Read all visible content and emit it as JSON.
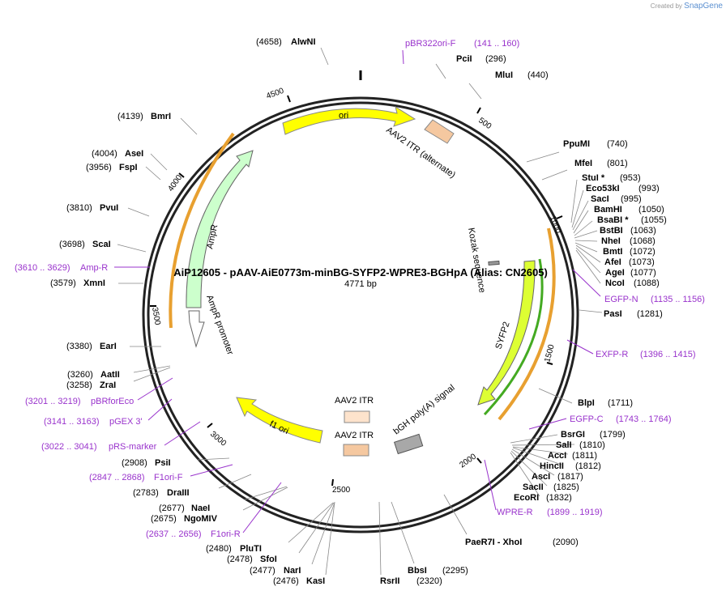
{
  "credit": {
    "created_by": "Created by",
    "brand": "SnapGene"
  },
  "plasmid": {
    "title": "AiP12605 - pAAV-AiE0773m-minBG-SYFP2-WPRE3-BGHpA (Alias: CN2605)",
    "size_label": "4771 bp",
    "length": 4771
  },
  "ticks": [
    "500",
    "1000",
    "1500",
    "2000",
    "2500",
    "3000",
    "3500",
    "4000",
    "4500"
  ],
  "features": [
    {
      "name": "ori",
      "color": "#ffff00"
    },
    {
      "name": "AAV2 ITR (alternate)",
      "color": "#f5c8a0"
    },
    {
      "name": "Kozak sequence",
      "color": "#999999"
    },
    {
      "name": "SYFP2",
      "color": "#ddff33"
    },
    {
      "name": "bGH poly(A) signal",
      "color": "#999999"
    },
    {
      "name": "AAV2 ITR",
      "color": "#fde3cc"
    },
    {
      "name": "AAV2 ITR",
      "color": "#f5c8a0"
    },
    {
      "name": "f1 ori",
      "color": "#ffff00"
    },
    {
      "name": "AmpR",
      "color": "#ccffcc"
    },
    {
      "name": "AmpR promoter",
      "color": "#ffffff"
    }
  ],
  "sites": [
    {
      "pos": "(4658)",
      "name": "AlwNI"
    },
    {
      "pos": "(296)",
      "name": "PciI"
    },
    {
      "pos": "(440)",
      "name": "MluI"
    },
    {
      "pos": "(740)",
      "name": "PpuMI"
    },
    {
      "pos": "(801)",
      "name": "MfeI"
    },
    {
      "pos": "(953)",
      "name": "StuI *"
    },
    {
      "pos": "(993)",
      "name": "Eco53kI"
    },
    {
      "pos": "(995)",
      "name": "SacI"
    },
    {
      "pos": "(1050)",
      "name": "BamHI"
    },
    {
      "pos": "(1055)",
      "name": "BsaBI *"
    },
    {
      "pos": "(1063)",
      "name": "BstBI"
    },
    {
      "pos": "(1068)",
      "name": "NheI"
    },
    {
      "pos": "(1072)",
      "name": "BmtI"
    },
    {
      "pos": "(1073)",
      "name": "AfeI"
    },
    {
      "pos": "(1077)",
      "name": "AgeI"
    },
    {
      "pos": "(1088)",
      "name": "NcoI"
    },
    {
      "pos": "(1281)",
      "name": "PasI"
    },
    {
      "pos": "(1711)",
      "name": "BlpI"
    },
    {
      "pos": "(1799)",
      "name": "BsrGI"
    },
    {
      "pos": "(1810)",
      "name": "SalI"
    },
    {
      "pos": "(1811)",
      "name": "AccI"
    },
    {
      "pos": "(1812)",
      "name": "HincII"
    },
    {
      "pos": "(1817)",
      "name": "AscI"
    },
    {
      "pos": "(1825)",
      "name": "SacII"
    },
    {
      "pos": "(1832)",
      "name": "EcoRI"
    },
    {
      "pos": "(2090)",
      "name": "PaeR7I  - XhoI"
    },
    {
      "pos": "(2295)",
      "name": "BbsI"
    },
    {
      "pos": "(2320)",
      "name": "RsrII"
    },
    {
      "pos": "(2476)",
      "name": "KasI"
    },
    {
      "pos": "(2477)",
      "name": "NarI"
    },
    {
      "pos": "(2478)",
      "name": "SfoI"
    },
    {
      "pos": "(2480)",
      "name": "PluTI"
    },
    {
      "pos": "(2675)",
      "name": "NgoMIV"
    },
    {
      "pos": "(2677)",
      "name": "NaeI"
    },
    {
      "pos": "(2783)",
      "name": "DraIII"
    },
    {
      "pos": "(2908)",
      "name": "PsiI"
    },
    {
      "pos": "(3258)",
      "name": "ZraI"
    },
    {
      "pos": "(3260)",
      "name": "AatII"
    },
    {
      "pos": "(3380)",
      "name": "EarI"
    },
    {
      "pos": "(3579)",
      "name": "XmnI"
    },
    {
      "pos": "(3698)",
      "name": "ScaI"
    },
    {
      "pos": "(3810)",
      "name": "PvuI"
    },
    {
      "pos": "(3956)",
      "name": "FspI"
    },
    {
      "pos": "(4004)",
      "name": "AseI"
    },
    {
      "pos": "(4139)",
      "name": "BmrI"
    }
  ],
  "primers": [
    {
      "name": "pBR322ori-F",
      "range": "(141 .. 160)"
    },
    {
      "name": "EGFP-N",
      "range": "(1135 .. 1156)"
    },
    {
      "name": "EXFP-R",
      "range": "(1396 .. 1415)"
    },
    {
      "name": "EGFP-C",
      "range": "(1743 .. 1764)"
    },
    {
      "name": "WPRE-R",
      "range": "(1899 .. 1919)"
    },
    {
      "name": "F1ori-R",
      "range": "(2637 .. 2656)"
    },
    {
      "name": "F1ori-F",
      "range": "(2847 .. 2868)"
    },
    {
      "name": "pRS-marker",
      "range": "(3022 .. 3041)"
    },
    {
      "name": "pGEX 3'",
      "range": "(3141 .. 3163)"
    },
    {
      "name": "pBRforEco",
      "range": "(3201 .. 3219)"
    },
    {
      "name": "Amp-R",
      "range": "(3610 .. 3629)"
    }
  ]
}
